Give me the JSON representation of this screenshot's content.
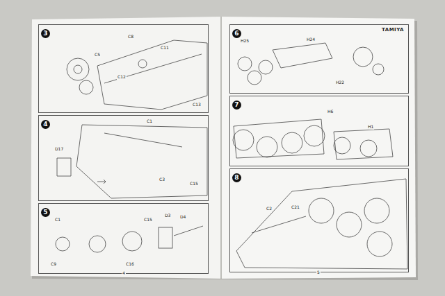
{
  "diagram": {
    "nodes": [
      {
        "text": [
          "3"
        ]
      },
      {
        "text": [
          "4"
        ]
      },
      {
        "text": [
          "5"
        ]
      },
      {
        "text": [
          "6"
        ]
      },
      {
        "text": [
          "7"
        ]
      },
      {
        "text": [
          "8"
        ]
      }
    ],
    "labels": [
      "TAMIYA",
      "4",
      "5",
      "C8",
      "C11",
      "C5",
      "C12",
      "C13",
      "C1",
      "D17",
      "C3",
      "C15",
      "C1",
      "C9",
      "C15",
      "D3",
      "D4",
      "C16",
      "H25",
      "H24",
      "H22",
      "H6",
      "H1",
      "C2",
      "C21"
    ]
  }
}
